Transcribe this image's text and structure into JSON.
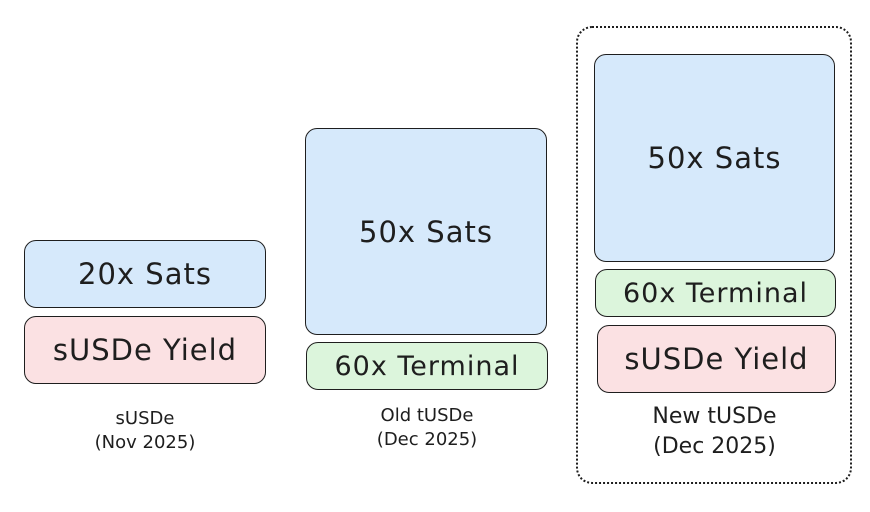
{
  "columns": [
    {
      "blocks": [
        {
          "label": "20x Sats",
          "color": "#d6e9fb"
        },
        {
          "label": "sUSDe Yield",
          "color": "#fbe1e3"
        }
      ],
      "caption": {
        "line1": "sUSDe",
        "line2": "(Nov 2025)"
      }
    },
    {
      "blocks": [
        {
          "label": "50x Sats",
          "color": "#d6e9fb"
        },
        {
          "label": "60x Terminal",
          "color": "#dcf5dc"
        }
      ],
      "caption": {
        "line1": "Old tUSDe",
        "line2": "(Dec 2025)"
      }
    },
    {
      "blocks": [
        {
          "label": "50x Sats",
          "color": "#d6e9fb"
        },
        {
          "label": "60x Terminal",
          "color": "#dcf5dc"
        },
        {
          "label": "sUSDe Yield",
          "color": "#fbe1e3"
        }
      ],
      "caption": {
        "line1": "New tUSDe",
        "line2": "(Dec 2025)"
      },
      "highlighted": true
    }
  ]
}
